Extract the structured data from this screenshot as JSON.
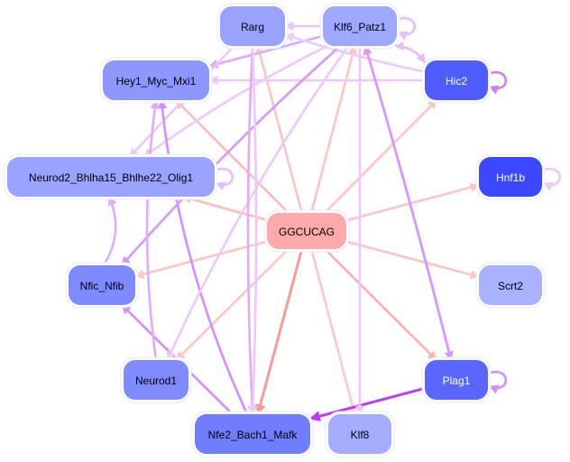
{
  "diagram": {
    "type": "directed-network",
    "center_node": "GGCUCAG",
    "nodes": [
      {
        "id": "GGCUCAG",
        "label": "GGCUCAG",
        "fill": "#ffaaaa",
        "text": "#000000"
      },
      {
        "id": "Rarg",
        "label": "Rarg",
        "fill": "#99a3ff",
        "text": "#000000"
      },
      {
        "id": "Klf6_Patz1",
        "label": "Klf6_Patz1",
        "fill": "#9ea8ff",
        "text": "#000000"
      },
      {
        "id": "Hey1_Myc_Mxi1",
        "label": "Hey1_Myc_Mxi1",
        "fill": "#8c97ff",
        "text": "#000000"
      },
      {
        "id": "Hic2",
        "label": "Hic2",
        "fill": "#4f5cff",
        "text": "#ffffff"
      },
      {
        "id": "Neurod2_Bhlha15_Bhlhe22_Olig1",
        "label": "Neurod2_Bhlha15_Bhlhe22_Olig1",
        "fill": "#9aa3ff",
        "text": "#000000"
      },
      {
        "id": "Hnf1b",
        "label": "Hnf1b",
        "fill": "#3a48ff",
        "text": "#ffffff"
      },
      {
        "id": "Nfic_Nfib",
        "label": "Nfic_Nfib",
        "fill": "#7f8aff",
        "text": "#000000"
      },
      {
        "id": "Scrt2",
        "label": "Scrt2",
        "fill": "#aab2ff",
        "text": "#000000"
      },
      {
        "id": "Neurod1",
        "label": "Neurod1",
        "fill": "#808bff",
        "text": "#000000"
      },
      {
        "id": "Plag1",
        "label": "Plag1",
        "fill": "#5966ff",
        "text": "#ffffff"
      },
      {
        "id": "Nfe2_Bach1_Mafk",
        "label": "Nfe2_Bach1_Mafk",
        "fill": "#717dff",
        "text": "#000000"
      },
      {
        "id": "Klf8",
        "label": "Klf8",
        "fill": "#a4adff",
        "text": "#000000"
      }
    ],
    "edges": [
      {
        "from": "GGCUCAG",
        "to": "Rarg",
        "color": "#ffc4c4"
      },
      {
        "from": "GGCUCAG",
        "to": "Klf6_Patz1",
        "color": "#ffc4c4"
      },
      {
        "from": "GGCUCAG",
        "to": "Hey1_Myc_Mxi1",
        "color": "#ffbcbc"
      },
      {
        "from": "GGCUCAG",
        "to": "Hic2",
        "color": "#ffc4c4"
      },
      {
        "from": "GGCUCAG",
        "to": "Neurod2_Bhlha15_Bhlhe22_Olig1",
        "color": "#ffbcbc"
      },
      {
        "from": "GGCUCAG",
        "to": "Hnf1b",
        "color": "#ffc4c4"
      },
      {
        "from": "GGCUCAG",
        "to": "Nfic_Nfib",
        "color": "#ffc4c4"
      },
      {
        "from": "GGCUCAG",
        "to": "Scrt2",
        "color": "#ffc4c4"
      },
      {
        "from": "GGCUCAG",
        "to": "Neurod1",
        "color": "#ffc4c4"
      },
      {
        "from": "GGCUCAG",
        "to": "Plag1",
        "color": "#ffb0b0"
      },
      {
        "from": "GGCUCAG",
        "to": "Nfe2_Bach1_Mafk",
        "color": "#ff9898"
      },
      {
        "from": "GGCUCAG",
        "to": "Klf8",
        "color": "#ffc8c8"
      },
      {
        "from": "Klf6_Patz1",
        "to": "Rarg",
        "color": "#eac4ff"
      },
      {
        "from": "Klf6_Patz1",
        "to": "Klf6_Patz1",
        "color": "#e6bcff"
      },
      {
        "from": "Klf6_Patz1",
        "to": "Hey1_Myc_Mxi1",
        "color": "#dfa8ff"
      },
      {
        "from": "Klf6_Patz1",
        "to": "Hic2",
        "color": "#e6bcff"
      },
      {
        "from": "Hic2",
        "to": "Klf6_Patz1",
        "color": "#e6bcff"
      },
      {
        "from": "Hic2",
        "to": "Rarg",
        "color": "#ecc8ff"
      },
      {
        "from": "Hic2",
        "to": "Hey1_Myc_Mxi1",
        "color": "#ecc8ff"
      },
      {
        "from": "Hic2",
        "to": "Hic2",
        "color": "#d37cff"
      },
      {
        "from": "Hnf1b",
        "to": "Hnf1b",
        "color": "#ecc8ff"
      },
      {
        "from": "Plag1",
        "to": "Plag1",
        "color": "#d88cff"
      },
      {
        "from": "Klf6_Patz1",
        "to": "Plag1",
        "color": "#d996ff"
      },
      {
        "from": "Plag1",
        "to": "Klf6_Patz1",
        "color": "#d996ff"
      },
      {
        "from": "Plag1",
        "to": "Nfe2_Bach1_Mafk",
        "color": "#bf3cff"
      },
      {
        "from": "Klf6_Patz1",
        "to": "Neurod2_Bhlha15_Bhlhe22_Olig1",
        "color": "#ecc8ff"
      },
      {
        "from": "Rarg",
        "to": "Neurod2_Bhlha15_Bhlhe22_Olig1",
        "color": "#ecc8ff"
      },
      {
        "from": "Neurod2_Bhlha15_Bhlhe22_Olig1",
        "to": "Neurod2_Bhlha15_Bhlhe22_Olig1",
        "color": "#e6bcff"
      },
      {
        "from": "Nfe2_Bach1_Mafk",
        "to": "Hey1_Myc_Mxi1",
        "color": "#d88cff"
      },
      {
        "from": "Klf6_Patz1",
        "to": "Nfic_Nfib",
        "color": "#d996ff"
      },
      {
        "from": "Nfe2_Bach1_Mafk",
        "to": "Nfic_Nfib",
        "color": "#d88cff"
      },
      {
        "from": "Nfic_Nfib",
        "to": "Neurod2_Bhlha15_Bhlhe22_Olig1",
        "color": "#e0aaff"
      },
      {
        "from": "Neurod1",
        "to": "Hey1_Myc_Mxi1",
        "color": "#e0aaff"
      },
      {
        "from": "Klf6_Patz1",
        "to": "Neurod1",
        "color": "#ecc8ff"
      },
      {
        "from": "Rarg",
        "to": "Nfe2_Bach1_Mafk",
        "color": "#e0aaff"
      },
      {
        "from": "Rarg",
        "to": "Nfe2_Bach1_Mafk",
        "color": "#ecc8ff"
      },
      {
        "from": "Klf6_Patz1",
        "to": "Klf8",
        "color": "#ecc8ff"
      }
    ]
  }
}
